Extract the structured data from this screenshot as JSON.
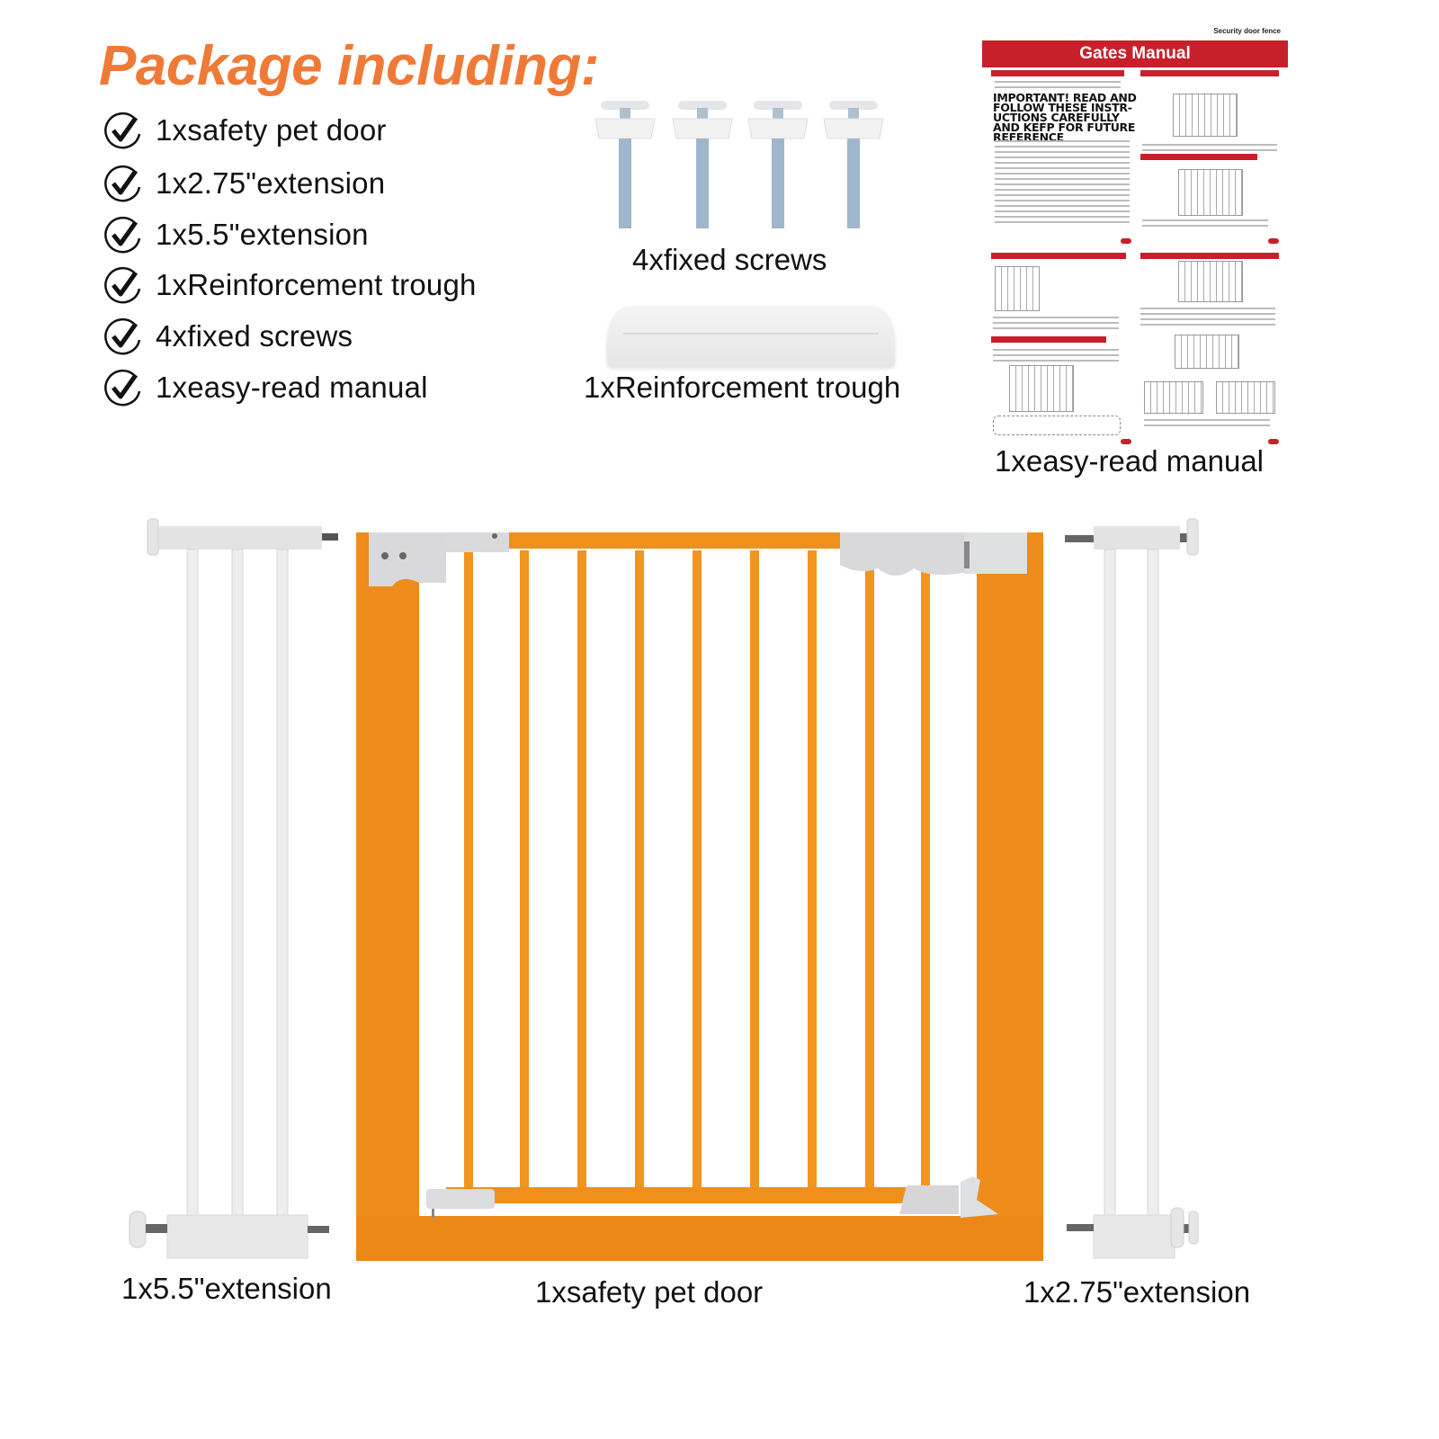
{
  "header": {
    "title": "Package including:",
    "title_color": "#ef7a37"
  },
  "checklist": {
    "icon": "check-circle-icon",
    "items": [
      {
        "label": "1xsafety pet door"
      },
      {
        "label": "1x2.75\"extension"
      },
      {
        "label": "1x5.5\"extension"
      },
      {
        "label": "1xReinforcement trough"
      },
      {
        "label": "4xfixed screws"
      },
      {
        "label": "1xeasy-read manual"
      }
    ]
  },
  "parts": {
    "screws": {
      "count": 4,
      "caption": "4xfixed screws"
    },
    "trough": {
      "caption": "1xReinforcement trough"
    },
    "manual": {
      "caption": "1xeasy-read manual",
      "tagline": "Security door fence",
      "banner": "Gates Manual",
      "banner_color": "#c8202a",
      "important_text": "IMPORTANT! READ AND FOLLOW THESE INSTR-UCTIONS CAREFULLY AND KEFP FOR FUTURE REFERENCE"
    },
    "gate": {
      "caption": "1xsafety pet door",
      "color": "#f0901a"
    },
    "extension_left": {
      "caption": "1x5.5\"extension"
    },
    "extension_right": {
      "caption": "1x2.75\"extension"
    }
  }
}
